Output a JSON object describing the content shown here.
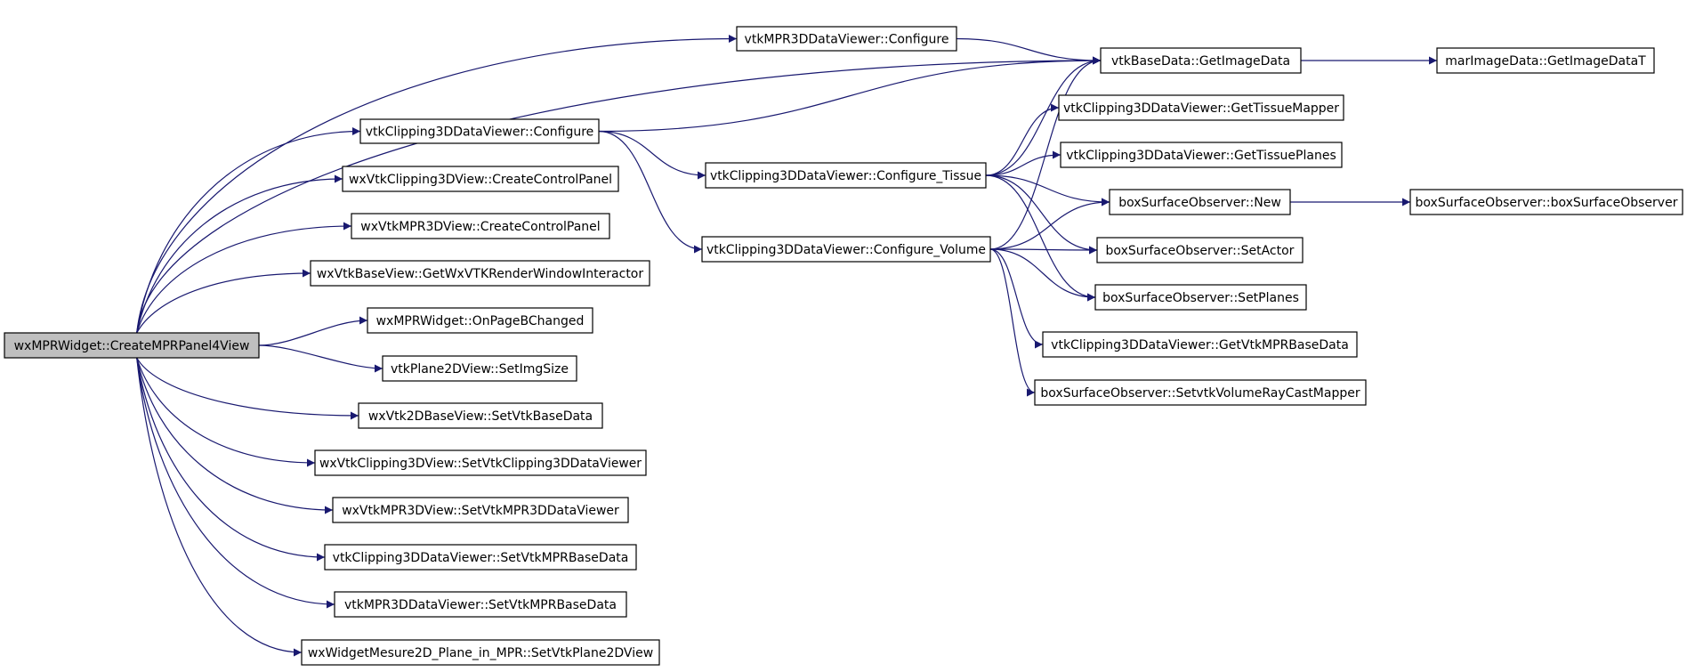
{
  "graph": {
    "edge_color": "#191970",
    "root_fill": "#bfbfbf",
    "nodes": [
      {
        "id": "root",
        "label": "wxMPRWidget::CreateMPRPanel4View",
        "root": true
      },
      {
        "id": "mpr3d_configure",
        "label": "vtkMPR3DDataViewer::Configure"
      },
      {
        "id": "clip3d_configure",
        "label": "vtkClipping3DDataViewer::Configure"
      },
      {
        "id": "wxclip_ccp",
        "label": "wxVtkClipping3DView::CreateControlPanel"
      },
      {
        "id": "wxmpr_ccp",
        "label": "wxVtkMPR3DView::CreateControlPanel"
      },
      {
        "id": "getwxvtk",
        "label": "wxVtkBaseView::GetWxVTKRenderWindowInteractor"
      },
      {
        "id": "onpage",
        "label": "wxMPRWidget::OnPageBChanged"
      },
      {
        "id": "setimgsize",
        "label": "vtkPlane2DView::SetImgSize"
      },
      {
        "id": "setvtkbasedata",
        "label": "wxVtk2DBaseView::SetVtkBaseData"
      },
      {
        "id": "setclipviewer",
        "label": "wxVtkClipping3DView::SetVtkClipping3DDataViewer"
      },
      {
        "id": "setmprviewer",
        "label": "wxVtkMPR3DView::SetVtkMPR3DDataViewer"
      },
      {
        "id": "clip_setmprbase",
        "label": "vtkClipping3DDataViewer::SetVtkMPRBaseData"
      },
      {
        "id": "mpr_setmprbase",
        "label": "vtkMPR3DDataViewer::SetVtkMPRBaseData"
      },
      {
        "id": "setplane2d",
        "label": "wxWidgetMesure2D_Plane_in_MPR::SetVtkPlane2DView"
      },
      {
        "id": "getimagedata",
        "label": "vtkBaseData::GetImageData"
      },
      {
        "id": "getimagedatat",
        "label": "marImageData::GetImageDataT"
      },
      {
        "id": "conf_tissue",
        "label": "vtkClipping3DDataViewer::Configure_Tissue"
      },
      {
        "id": "conf_volume",
        "label": "vtkClipping3DDataViewer::Configure_Volume"
      },
      {
        "id": "gettissuemapper",
        "label": "vtkClipping3DDataViewer::GetTissueMapper"
      },
      {
        "id": "gettissueplanes",
        "label": "vtkClipping3DDataViewer::GetTissuePlanes"
      },
      {
        "id": "bso_new",
        "label": "boxSurfaceObserver::New"
      },
      {
        "id": "bso_ctor",
        "label": "boxSurfaceObserver::boxSurfaceObserver"
      },
      {
        "id": "bso_setactor",
        "label": "boxSurfaceObserver::SetActor"
      },
      {
        "id": "bso_setplanes",
        "label": "boxSurfaceObserver::SetPlanes"
      },
      {
        "id": "getvtkmprbase",
        "label": "vtkClipping3DDataViewer::GetVtkMPRBaseData"
      },
      {
        "id": "bso_setraycast",
        "label": "boxSurfaceObserver::SetvtkVolumeRayCastMapper"
      }
    ],
    "edges": [
      {
        "from": "root",
        "to": "mpr3d_configure"
      },
      {
        "from": "root",
        "to": "getimagedata"
      },
      {
        "from": "root",
        "to": "clip3d_configure"
      },
      {
        "from": "root",
        "to": "wxclip_ccp"
      },
      {
        "from": "root",
        "to": "wxmpr_ccp"
      },
      {
        "from": "root",
        "to": "getwxvtk"
      },
      {
        "from": "root",
        "to": "onpage"
      },
      {
        "from": "root",
        "to": "setimgsize"
      },
      {
        "from": "root",
        "to": "setvtkbasedata"
      },
      {
        "from": "root",
        "to": "setclipviewer"
      },
      {
        "from": "root",
        "to": "setmprviewer"
      },
      {
        "from": "root",
        "to": "clip_setmprbase"
      },
      {
        "from": "root",
        "to": "mpr_setmprbase"
      },
      {
        "from": "root",
        "to": "setplane2d"
      },
      {
        "from": "mpr3d_configure",
        "to": "getimagedata"
      },
      {
        "from": "clip3d_configure",
        "to": "getimagedata"
      },
      {
        "from": "clip3d_configure",
        "to": "conf_tissue"
      },
      {
        "from": "clip3d_configure",
        "to": "conf_volume"
      },
      {
        "from": "getimagedata",
        "to": "getimagedatat"
      },
      {
        "from": "conf_tissue",
        "to": "getimagedata"
      },
      {
        "from": "conf_tissue",
        "to": "gettissuemapper"
      },
      {
        "from": "conf_tissue",
        "to": "gettissueplanes"
      },
      {
        "from": "conf_tissue",
        "to": "bso_new"
      },
      {
        "from": "conf_tissue",
        "to": "bso_setactor"
      },
      {
        "from": "conf_tissue",
        "to": "bso_setplanes"
      },
      {
        "from": "conf_volume",
        "to": "getimagedata"
      },
      {
        "from": "conf_volume",
        "to": "bso_new"
      },
      {
        "from": "conf_volume",
        "to": "bso_setactor"
      },
      {
        "from": "conf_volume",
        "to": "bso_setplanes"
      },
      {
        "from": "conf_volume",
        "to": "getvtkmprbase"
      },
      {
        "from": "conf_volume",
        "to": "bso_setraycast"
      },
      {
        "from": "bso_new",
        "to": "bso_ctor"
      }
    ]
  }
}
